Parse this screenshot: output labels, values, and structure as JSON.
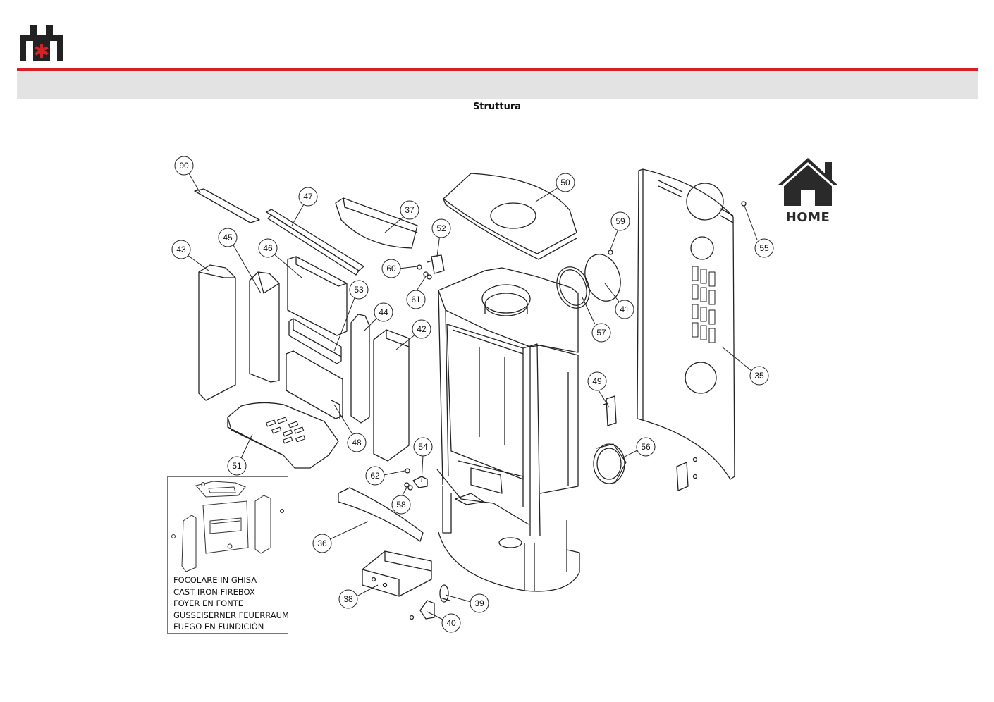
{
  "header": {
    "page_title": "Struttura",
    "home_label": "HOME",
    "accent_color": "#d81f26",
    "band_color": "#e3e3e3",
    "logo_icon": "brand-logo-icon"
  },
  "inset": {
    "lines": [
      "FOCOLARE IN GHISA",
      "CAST IRON FIREBOX",
      "FOYER EN FONTE",
      "GUSSEISERNER FEUERRAUM",
      "FUEGO EN FUNDICIÓN"
    ]
  },
  "callouts": {
    "c90": "90",
    "c47": "47",
    "c37": "37",
    "c50": "50",
    "c59": "59",
    "c55": "55",
    "c43": "43",
    "c45": "45",
    "c46": "46",
    "c52": "52",
    "c60": "60",
    "c53": "53",
    "c61": "61",
    "c44": "44",
    "c42": "42",
    "c41": "41",
    "c57": "57",
    "c35": "35",
    "c49": "49",
    "c56": "56",
    "c51": "51",
    "c48": "48",
    "c54": "54",
    "c62": "62",
    "c58": "58",
    "c36": "36",
    "c38": "38",
    "c39": "39",
    "c40": "40"
  }
}
